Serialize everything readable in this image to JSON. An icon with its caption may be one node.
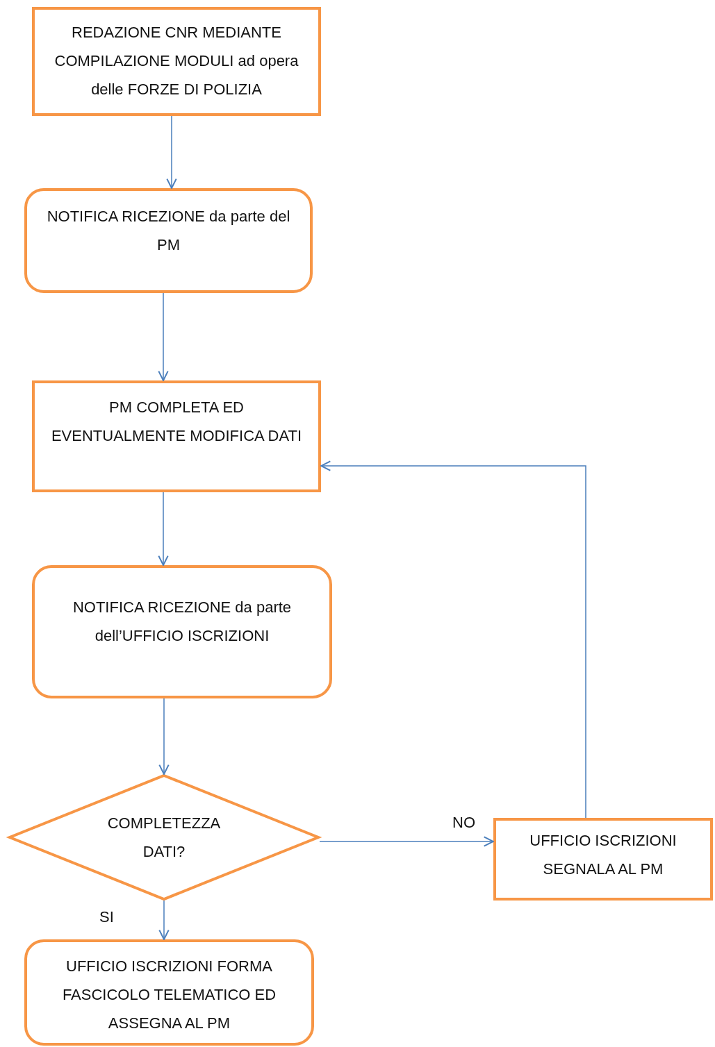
{
  "diagram": {
    "nodes": [
      {
        "text": [
          "REDAZIONE CNR MEDIANTE COMPILAZIONE MODULI ad opera delle FORZE DI POLIZIA"
        ]
      },
      {
        "text": [
          "NOTIFICA RICEZIONE da parte del PM"
        ]
      },
      {
        "text": [
          "PM COMPLETA ED EVENTUALMENTE MODIFICA DATI"
        ]
      },
      {
        "text": [
          "NOTIFICA RICEZIONE da parte dell’UFFICIO ISCRIZIONI"
        ]
      },
      {
        "text": [
          "COMPLETEZZA DATI?"
        ]
      },
      {
        "text": [
          "UFFICIO ISCRIZIONI SEGNALA AL PM"
        ]
      },
      {
        "text": [
          "UFFICIO ISCRIZIONI FORMA FASCICOLO TELEMATICO ED ASSEGNA AL PM"
        ]
      }
    ],
    "edges": [
      {
        "from": 0,
        "to": 1,
        "arrow": "to"
      },
      {
        "from": 1,
        "to": 2,
        "arrow": "to"
      },
      {
        "from": 2,
        "to": 3,
        "arrow": "to"
      },
      {
        "from": 3,
        "to": 4,
        "arrow": "to"
      },
      {
        "from": 4,
        "to": 5,
        "arrow": "to",
        "label": "NO"
      },
      {
        "from": 4,
        "to": 6,
        "arrow": "to",
        "label": "SI"
      },
      {
        "from": 5,
        "to": 2,
        "arrow": "to"
      }
    ]
  }
}
